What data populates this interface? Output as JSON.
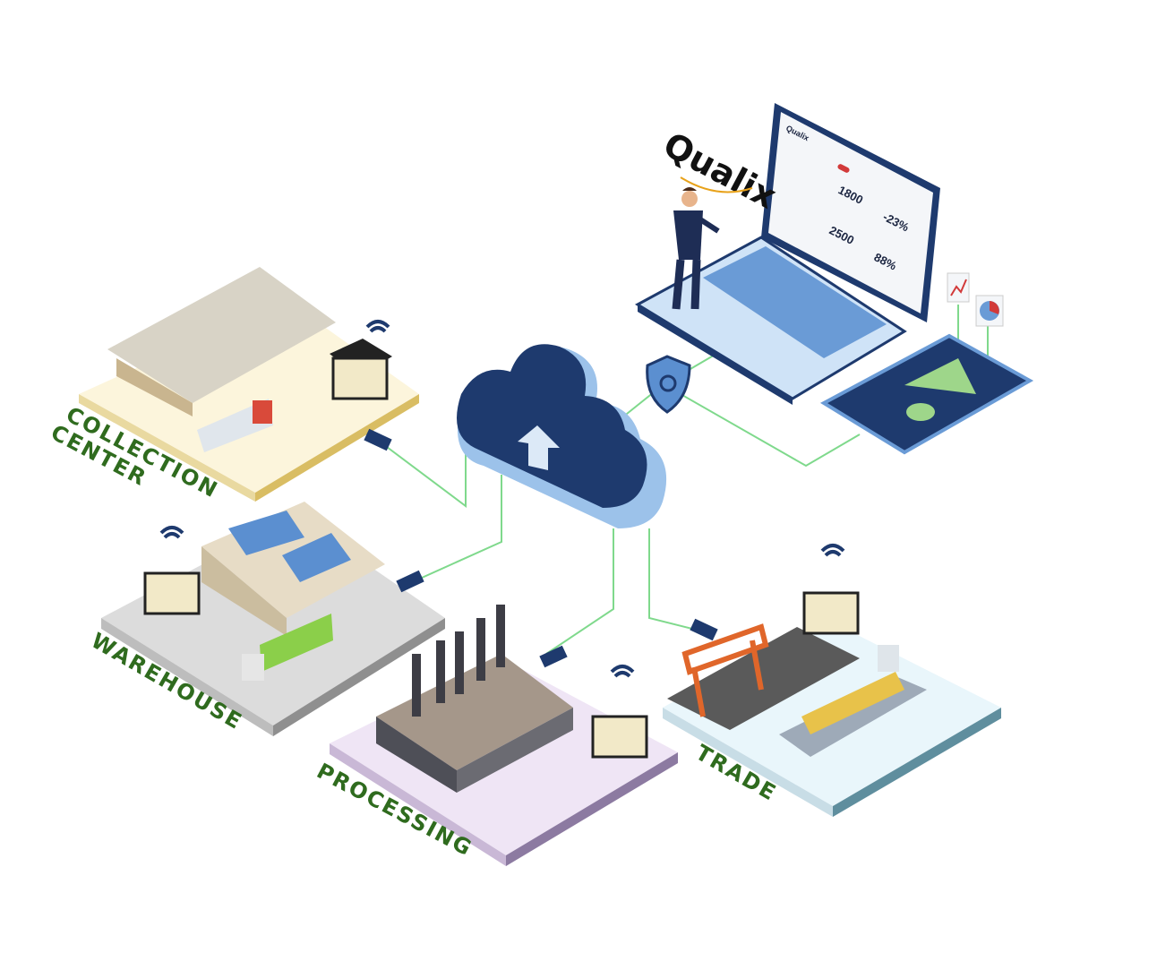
{
  "brand": {
    "logo": "Qualix",
    "screen_logo": "Qualix"
  },
  "stations": [
    {
      "label_line1": "COLLECTION",
      "label_line2": "CENTER"
    },
    {
      "label_line1": "WAREHOUSE"
    },
    {
      "label_line1": "PROCESSING"
    },
    {
      "label_line1": "TRADE"
    }
  ],
  "dashboard": {
    "metrics": [
      {
        "value": "1800"
      },
      {
        "value": "-23%"
      },
      {
        "value": "2500"
      },
      {
        "value": "88%"
      }
    ]
  },
  "colors": {
    "navy": "#1e3a6e",
    "connector": "#7fd98c",
    "label": "#2f6b1e",
    "collection": "#fcf5dc",
    "warehouse": "#dcdcdc",
    "processing": "#efe5f5",
    "trade": "#e9f6fb"
  }
}
